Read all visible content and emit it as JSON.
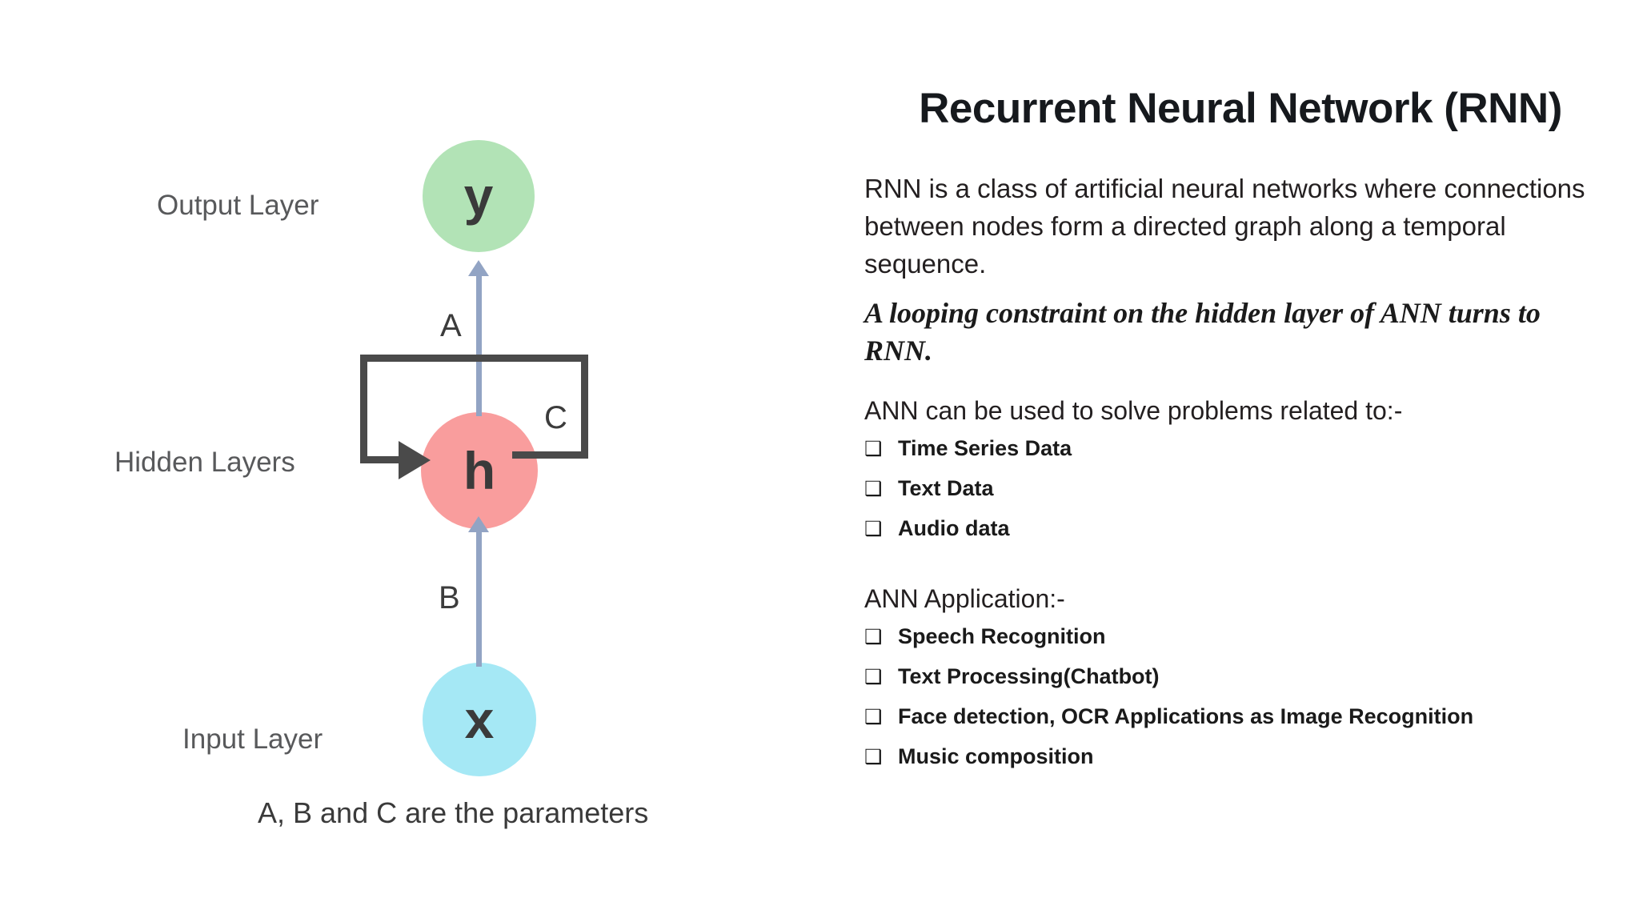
{
  "diagram": {
    "nodes": [
      {
        "id": "output",
        "symbol": "y",
        "layer_label": "Output Layer",
        "color": "#b2e3b6"
      },
      {
        "id": "hidden",
        "symbol": "h",
        "layer_label": "Hidden Layers",
        "color": "#f99d9d"
      },
      {
        "id": "input",
        "symbol": "x",
        "layer_label": "Input Layer",
        "color": "#a5e8f5"
      }
    ],
    "parameters": [
      {
        "name": "A",
        "from": "hidden",
        "to": "output"
      },
      {
        "name": "B",
        "from": "input",
        "to": "hidden"
      },
      {
        "name": "C",
        "from": "hidden",
        "to": "hidden"
      }
    ],
    "caption": "A, B and C are the parameters",
    "arrow_color": "#92a4c4",
    "loop_color": "#4a4a4a"
  },
  "content": {
    "title": "Recurrent Neural Network (RNN)",
    "intro_paragraph": "RNN is a class of artificial neural networks where connections between nodes form a directed graph along a temporal sequence.",
    "emphasis_statement": "A looping constraint on the hidden layer of ANN turns to RNN.",
    "problems": {
      "intro": "ANN can be used to solve problems related to:-",
      "bullet_marker": "❑",
      "items": [
        "Time Series Data",
        "Text Data",
        "Audio data"
      ]
    },
    "applications": {
      "intro": "ANN Application:-",
      "bullet_marker": "❑",
      "items": [
        "Speech Recognition",
        "Text Processing(Chatbot)",
        "Face detection, OCR Applications as Image Recognition",
        "Music composition"
      ]
    }
  }
}
